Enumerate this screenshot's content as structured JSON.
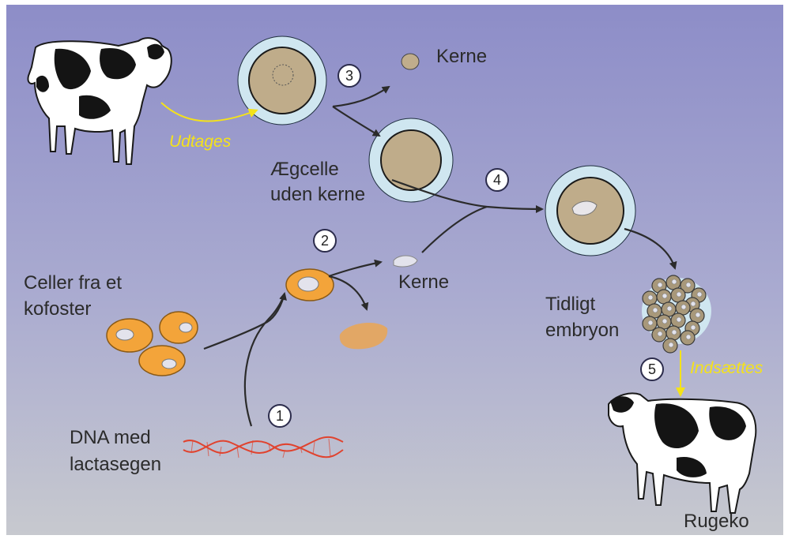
{
  "labels": {
    "kerne_top": "Kerne",
    "aegcelle_line1": "Ægcelle",
    "aegcelle_line2": "uden kerne",
    "celler_line1": "Celler fra et",
    "celler_line2": "kofoster",
    "kerne_mid": "Kerne",
    "tidligt_line1": "Tidligt",
    "tidligt_line2": "embryon",
    "dna_line1": "DNA med",
    "dna_line2": "lactasegen",
    "rugeko": "Rugeko"
  },
  "actions": {
    "udtages": "Udtages",
    "indsaettes": "Indsættes"
  },
  "steps": [
    "1",
    "2",
    "3",
    "4",
    "5"
  ],
  "colors": {
    "background_top": "#8d8dc8",
    "background_bottom": "#c7c9cf",
    "zona": "#cfe6f0",
    "cytoplasm": "#bfac8a",
    "body_cell": "#f3a43a",
    "arrow": "#2b2b2b",
    "action_arrow": "#f4e21a",
    "dna": "#e0432f"
  }
}
